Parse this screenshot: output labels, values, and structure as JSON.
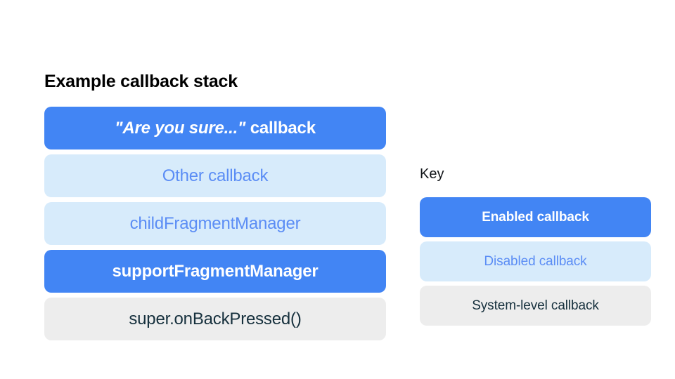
{
  "background_color": "#FFFFFF",
  "palette": {
    "enabled_fill": "#4285F4",
    "enabled_text": "#FFFFFF",
    "disabled_fill": "#D7EBFB",
    "disabled_text": "#5B8DF5",
    "system_fill": "#EDEDED",
    "system_text": "#16303D",
    "title_text": "#000000"
  },
  "stack": {
    "title": "Example callback stack",
    "rows": [
      {
        "label": "\"Are you sure...\" callback",
        "quoted_part": "\"Are you sure...\"",
        "plain_part": " callback",
        "variant": "enabled"
      },
      {
        "label": "Other callback",
        "variant": "disabled"
      },
      {
        "label": "childFragmentManager",
        "variant": "disabled"
      },
      {
        "label": "supportFragmentManager",
        "variant": "enabled"
      },
      {
        "label": "super.onBackPressed()",
        "variant": "system"
      }
    ]
  },
  "key": {
    "title": "Key",
    "items": [
      {
        "label": "Enabled callback",
        "variant": "enabled"
      },
      {
        "label": "Disabled callback",
        "variant": "disabled"
      },
      {
        "label": "System-level callback",
        "variant": "system"
      }
    ]
  }
}
